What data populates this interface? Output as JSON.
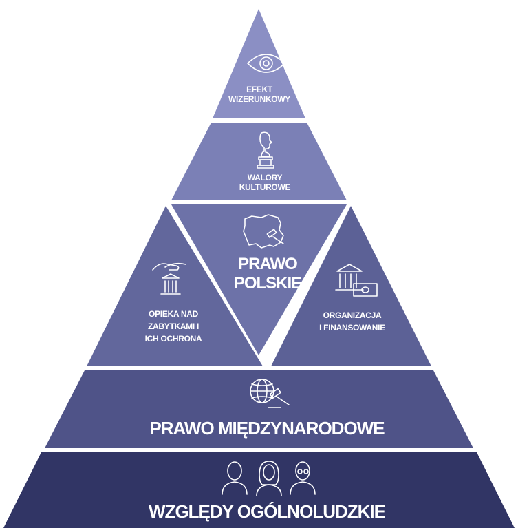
{
  "pyramid": {
    "top": {
      "line1": "EFEKT",
      "line2": "WIZERUNKOWY",
      "icon": "eye-icon",
      "color": "#8b8fc4"
    },
    "second": {
      "line1": "WALORY",
      "line2": "KULTUROWE",
      "icon": "bust-statue-icon",
      "color": "#7b80b6"
    },
    "center": {
      "line1": "PRAWO",
      "line2": "POLSKIE",
      "icon": "poland-map-gavel-icon",
      "color": "#6d72a8"
    },
    "left": {
      "line1": "OPIEKA NAD",
      "line2": "ZABYTKAMI I",
      "line3": "ICH OCHRONA",
      "icon": "hand-building-icon",
      "color": "#62679c"
    },
    "right": {
      "line1": "ORGANIZACJA",
      "line2": "I FINANSOWANIE",
      "icon": "bank-money-icon",
      "color": "#5c6196"
    },
    "fourth": {
      "label": "PRAWO MIĘDZYNARODOWE",
      "icon": "globe-gavel-icon",
      "color": "#4f5388"
    },
    "base": {
      "label": "WZGLĘDY OGÓLNOLUDZKIE",
      "icon": "people-icon",
      "color": "#313565"
    }
  }
}
